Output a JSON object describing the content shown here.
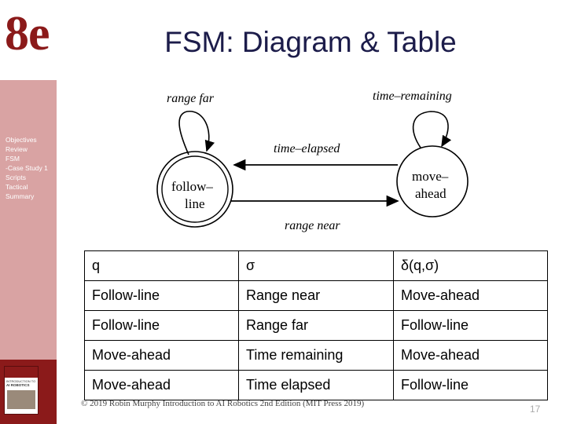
{
  "logo": "8e",
  "slide": {
    "title": "FSM: Diagram & Table",
    "page_number": "17",
    "footer": "© 2019 Robin Murphy Introduction to AI Robotics 2nd Edition (MIT Press 2019)"
  },
  "sidebar": {
    "items": [
      "Objectives",
      "Review",
      "FSM",
      "-Case Study 1",
      "Scripts",
      "Tactical",
      "Summary"
    ],
    "book_cover": {
      "line1": "INTRODUCTION TO",
      "line2": "AI ROBOTICS"
    }
  },
  "diagram": {
    "state_follow_line": [
      "follow–",
      "line"
    ],
    "state_move_ahead": [
      "move–",
      "ahead"
    ],
    "label_range_far": "range far",
    "label_time_remaining": "time–remaining",
    "label_time_elapsed": "time–elapsed",
    "label_range_near": "range near"
  },
  "table": {
    "headers": [
      "q",
      "σ",
      "δ(q,σ)"
    ],
    "rows": [
      [
        "Follow-line",
        "Range near",
        "Move-ahead"
      ],
      [
        "Follow-line",
        "Range far",
        "Follow-line"
      ],
      [
        "Move-ahead",
        "Time remaining",
        "Move-ahead"
      ],
      [
        "Move-ahead",
        "Time elapsed",
        "Follow-line"
      ]
    ]
  }
}
